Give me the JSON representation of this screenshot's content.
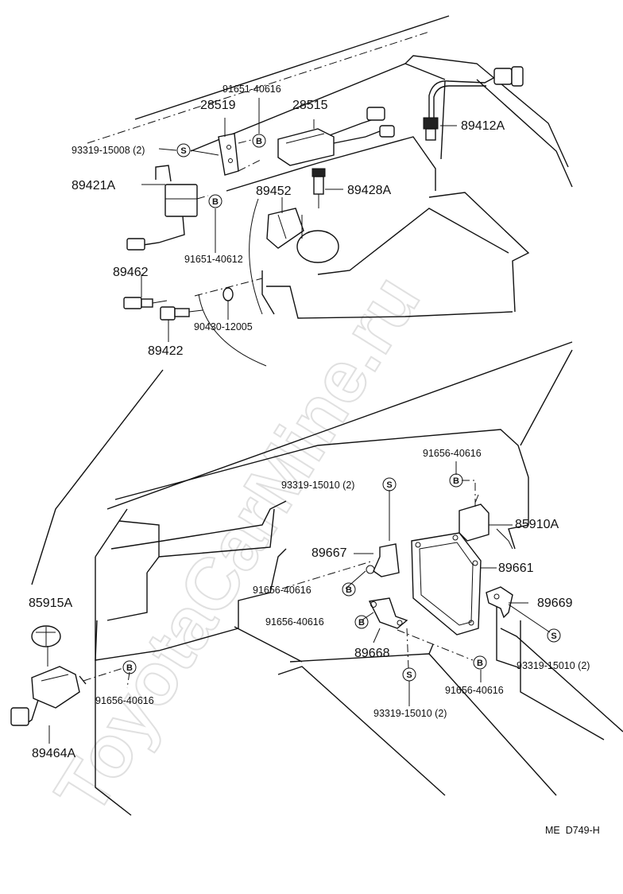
{
  "watermark": "ToyotaCarMine.ru",
  "diagram_code": "ME  D749-H",
  "badges": {
    "s": "S",
    "b": "B"
  },
  "upper": {
    "p91651_40616": "91651-40616",
    "p28519": "28519",
    "p28515": "28515",
    "p93319_15008": "93319-15008 (2)",
    "p89421A": "89421A",
    "p89452": "89452",
    "p89428A": "89428A",
    "p89412A": "89412A",
    "p91651_40612": "91651-40612",
    "p89462": "89462",
    "p89422": "89422",
    "p90430_12005": "90430-12005"
  },
  "lower": {
    "p91656_40616_top": "91656-40616",
    "p93319_15010_top": "93319-15010 (2)",
    "p85910A": "85910A",
    "p89667": "89667",
    "p89661": "89661",
    "p91656_40616_mid": "91656-40616",
    "p89669": "89669",
    "p85915A": "85915A",
    "p91656_40616_low": "91656-40616",
    "p89668": "89668",
    "p93319_15010_right": "93319-15010 (2)",
    "p91656_40616_right": "91656-40616",
    "p91656_40616_left": "91656-40616",
    "p93319_15010_bottom": "93319-15010 (2)",
    "p89464A": "89464A"
  }
}
